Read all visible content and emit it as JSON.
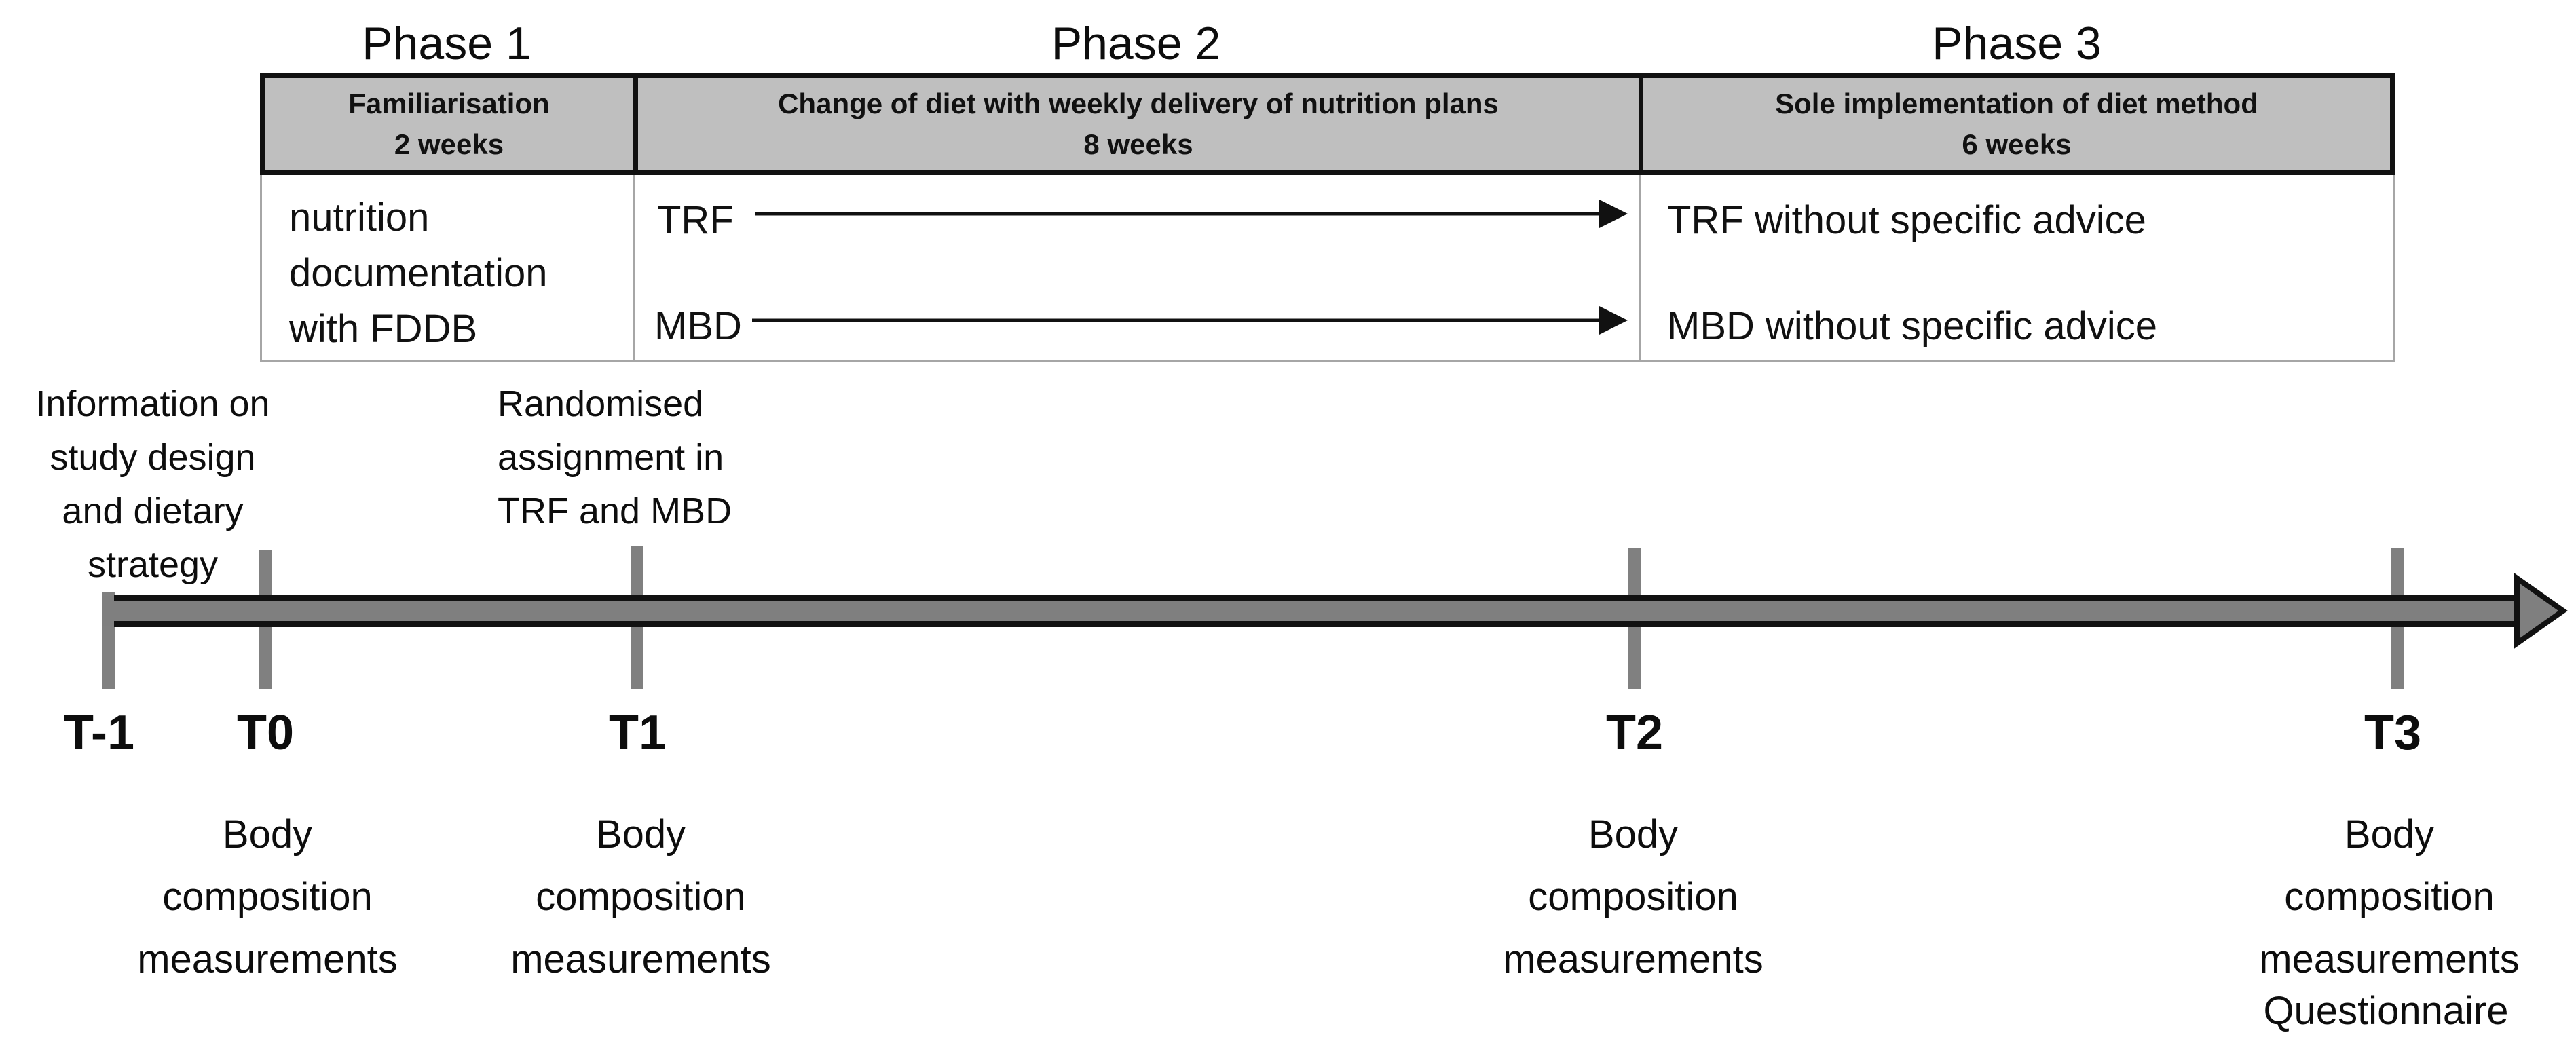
{
  "phases": {
    "p1": "Phase 1",
    "p2": "Phase 2",
    "p3": "Phase 3"
  },
  "table": {
    "headers": [
      {
        "title": "Familiarisation",
        "duration": "2 weeks"
      },
      {
        "title": "Change of diet with weekly delivery of nutrition plans",
        "duration": "8 weeks"
      },
      {
        "title": "Sole implementation of diet method",
        "duration": "6 weeks"
      }
    ],
    "body": {
      "documentation": "nutrition\ndocumentation\nwith FDDB",
      "trf_label": "TRF",
      "mbd_label": "MBD",
      "trf_advice": "TRF without specific advice",
      "mbd_advice": "MBD without specific advice"
    }
  },
  "annotations": {
    "info": "Information on\nstudy design\nand dietary\nstrategy",
    "randomised": "Randomised\nassignment in\nTRF and MBD"
  },
  "timeline": {
    "labels": {
      "t_minus_1": "T-1",
      "t0": "T0",
      "t1": "T1",
      "t2": "T2",
      "t3": "T3"
    },
    "body_composition": "Body\ncomposition\nmeasurements",
    "questionnaire": "Questionnaire"
  },
  "colors": {
    "header_fill": "#bfbfbf",
    "bar_gray": "#7f7f7f",
    "tick_gray": "#808080",
    "line_black": "#111111",
    "body_border": "#a6a6a6"
  }
}
